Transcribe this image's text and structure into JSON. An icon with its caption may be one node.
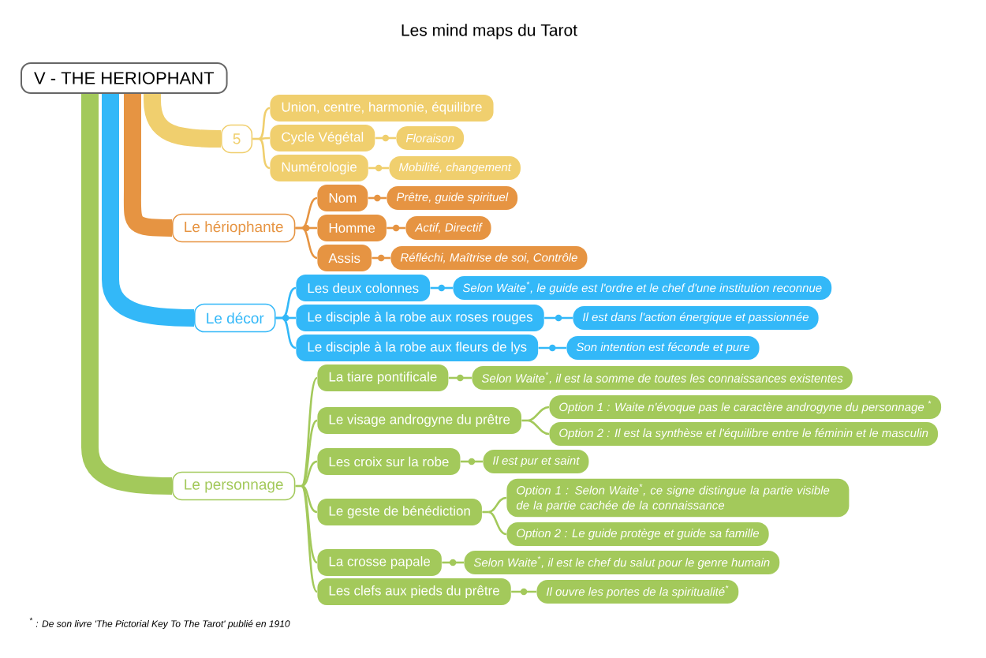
{
  "diagram": {
    "title": "Les mind maps du Tarot",
    "nodes": [
      {
        "text": [
          "V - THE HERIOPHANT"
        ]
      },
      {
        "text": [
          "5"
        ]
      },
      {
        "text": [
          "Union, centre, harmonie, équilibre"
        ]
      },
      {
        "text": [
          "Cycle Végétal"
        ]
      },
      {
        "text": [
          "Floraison"
        ]
      },
      {
        "text": [
          "Numérologie"
        ]
      },
      {
        "text": [
          "Mobilité, changement"
        ]
      },
      {
        "text": [
          "Le hériophante"
        ]
      },
      {
        "text": [
          "Nom"
        ]
      },
      {
        "text": [
          "Prêtre, guide spirituel"
        ]
      },
      {
        "text": [
          "Homme"
        ]
      },
      {
        "text": [
          "Actif, Directif"
        ]
      },
      {
        "text": [
          "Assis"
        ]
      },
      {
        "text": [
          "Réfléchi, Maîtrise de soi, Contrôle"
        ]
      },
      {
        "text": [
          "Le décor"
        ]
      },
      {
        "text": [
          "Les deux colonnes"
        ]
      },
      {
        "text": [
          "Selon Waite$^{*}$, le guide est l'ordre et le chef d'une institution reconnue"
        ]
      },
      {
        "text": [
          "Le disciple à la robe aux roses rouges"
        ]
      },
      {
        "text": [
          "Il est dans l'action énergique et passionnée"
        ]
      },
      {
        "text": [
          "Le disciple à la robe aux fleurs de lys"
        ]
      },
      {
        "text": [
          "Son intention est féconde et pure"
        ]
      },
      {
        "text": [
          "Le personnage"
        ]
      },
      {
        "text": [
          "La tiare pontificale"
        ]
      },
      {
        "text": [
          "Selon Waite$^{*}$, il est la somme de toutes les connaissances existentes"
        ]
      },
      {
        "text": [
          "Le visage androgyne du prêtre"
        ]
      },
      {
        "text": [
          "Option 1 : Waite n'évoque pas le caractère androgyne du personnage $^{*}$"
        ]
      },
      {
        "text": [
          "Option 2 : Il est la synthèse et l'équilibre entre le féminin et le masculin"
        ]
      },
      {
        "text": [
          "Les croix sur la robe"
        ]
      },
      {
        "text": [
          "Il est pur et saint"
        ]
      },
      {
        "text": [
          "Le geste de bénédiction"
        ]
      },
      {
        "text": [
          "Option 1 : Selon Waite$^{*}$, ce signe distingue la partie visible de la partie cachée de la connaissance"
        ]
      },
      {
        "text": [
          "Option 2 : Le guide protège et guide sa famille"
        ]
      },
      {
        "text": [
          "La crosse papale"
        ]
      },
      {
        "text": [
          "Selon Waite$^{*}$, il est le chef du salut pour le genre humain"
        ]
      },
      {
        "text": [
          "Les clefs aux pieds du prêtre"
        ]
      },
      {
        "text": [
          "Il ouvre les portes de la spiritualité$^{*}$"
        ]
      }
    ],
    "edges": [
      {
        "from": 0,
        "to": 1,
        "arrow": "none",
        "style": "thick",
        "color": "#f0cf6e"
      },
      {
        "from": 1,
        "to": 2,
        "arrow": "none",
        "color": "#f0cf6e"
      },
      {
        "from": 1,
        "to": 3,
        "arrow": "none",
        "color": "#f0cf6e"
      },
      {
        "from": 3,
        "to": 4,
        "arrow": "none",
        "color": "#f0cf6e"
      },
      {
        "from": 1,
        "to": 5,
        "arrow": "none",
        "color": "#f0cf6e"
      },
      {
        "from": 5,
        "to": 6,
        "arrow": "none",
        "color": "#f0cf6e"
      },
      {
        "from": 0,
        "to": 7,
        "arrow": "none",
        "style": "thick",
        "color": "#e69442"
      },
      {
        "from": 7,
        "to": 8,
        "arrow": "none",
        "color": "#e69442"
      },
      {
        "from": 8,
        "to": 9,
        "arrow": "none",
        "color": "#e69442"
      },
      {
        "from": 7,
        "to": 10,
        "arrow": "none",
        "color": "#e69442"
      },
      {
        "from": 10,
        "to": 11,
        "arrow": "none",
        "color": "#e69442"
      },
      {
        "from": 7,
        "to": 12,
        "arrow": "none",
        "color": "#e69442"
      },
      {
        "from": 12,
        "to": 13,
        "arrow": "none",
        "color": "#e69442"
      },
      {
        "from": 0,
        "to": 14,
        "arrow": "none",
        "style": "thick",
        "color": "#33b8f8"
      },
      {
        "from": 14,
        "to": 15,
        "arrow": "none",
        "color": "#33b8f8"
      },
      {
        "from": 15,
        "to": 16,
        "arrow": "none",
        "color": "#33b8f8"
      },
      {
        "from": 14,
        "to": 17,
        "arrow": "none",
        "color": "#33b8f8"
      },
      {
        "from": 17,
        "to": 18,
        "arrow": "none",
        "color": "#33b8f8"
      },
      {
        "from": 14,
        "to": 19,
        "arrow": "none",
        "color": "#33b8f8"
      },
      {
        "from": 19,
        "to": 20,
        "arrow": "none",
        "color": "#33b8f8"
      },
      {
        "from": 0,
        "to": 21,
        "arrow": "none",
        "style": "thick"
      },
      {
        "from": 21,
        "to": 22,
        "arrow": "none"
      },
      {
        "from": 22,
        "to": 23,
        "arrow": "none"
      },
      {
        "from": 21,
        "to": 24,
        "arrow": "none"
      },
      {
        "from": 24,
        "to": 25,
        "arrow": "none"
      },
      {
        "from": 24,
        "to": 26,
        "arrow": "none"
      },
      {
        "from": 21,
        "to": 27,
        "arrow": "none"
      },
      {
        "from": 27,
        "to": 28,
        "arrow": "none"
      },
      {
        "from": 21,
        "to": 29,
        "arrow": "none"
      },
      {
        "from": 29,
        "to": 30,
        "arrow": "none"
      },
      {
        "from": 29,
        "to": 31,
        "arrow": "none"
      },
      {
        "from": 21,
        "to": 32,
        "arrow": "none"
      },
      {
        "from": 32,
        "to": 33,
        "arrow": "none"
      },
      {
        "from": 21,
        "to": 34,
        "arrow": "none"
      },
      {
        "from": 34,
        "to": 35,
        "arrow": "none"
      }
    ],
    "labels": [
      "$^{*}$ : De son livre 'The Pictorial Key To The Tarot' publié en 1910"
    ]
  }
}
